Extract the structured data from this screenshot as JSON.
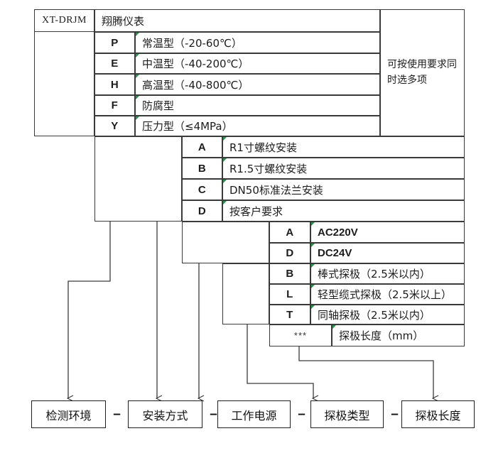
{
  "diagram": {
    "title_code": "XT-DRJM",
    "title_desc": "翔腾仪表",
    "multi_select_note": "可按使用要求同时选多项",
    "stars_code": "***",
    "separator": "–",
    "sections": [
      {
        "name": "detection-environment",
        "rows": [
          {
            "code": "P",
            "desc": "常温型（-20-60℃）"
          },
          {
            "code": "E",
            "desc": "中温型（-40-200℃）"
          },
          {
            "code": "H",
            "desc": "高温型（-40-800℃）"
          },
          {
            "code": "F",
            "desc": "防腐型"
          },
          {
            "code": "Y",
            "desc": "压力型（≤4MPa）"
          }
        ]
      },
      {
        "name": "mounting-method",
        "rows": [
          {
            "code": "A",
            "desc": "R1寸螺纹安装"
          },
          {
            "code": "B",
            "desc": "R1.5寸螺纹安装"
          },
          {
            "code": "C",
            "desc": "DN50标准法兰安装"
          },
          {
            "code": "D",
            "desc": "按客户要求"
          }
        ]
      },
      {
        "name": "working-power",
        "rows": [
          {
            "code": "A",
            "desc": "AC220V"
          },
          {
            "code": "D",
            "desc": "DC24V"
          }
        ]
      },
      {
        "name": "probe-type",
        "rows": [
          {
            "code": "B",
            "desc": "棒式探极（2.5米以内）"
          },
          {
            "code": "L",
            "desc": "轻型缆式探极（2.5米以上）"
          },
          {
            "code": "T",
            "desc": "同轴探极（2.5米以内）"
          }
        ]
      },
      {
        "name": "probe-length",
        "rows": [
          {
            "code": "***",
            "desc": "探极长度（mm）"
          }
        ]
      }
    ],
    "terminals": [
      {
        "label": "检测环境"
      },
      {
        "label": "安装方式"
      },
      {
        "label": "工作电源"
      },
      {
        "label": "探极类型"
      },
      {
        "label": "探极长度"
      }
    ],
    "colors": {
      "line": "#3a3a3a",
      "tick": "#2f8f4e",
      "text": "#1c1c1c",
      "background": "#ffffff"
    }
  }
}
